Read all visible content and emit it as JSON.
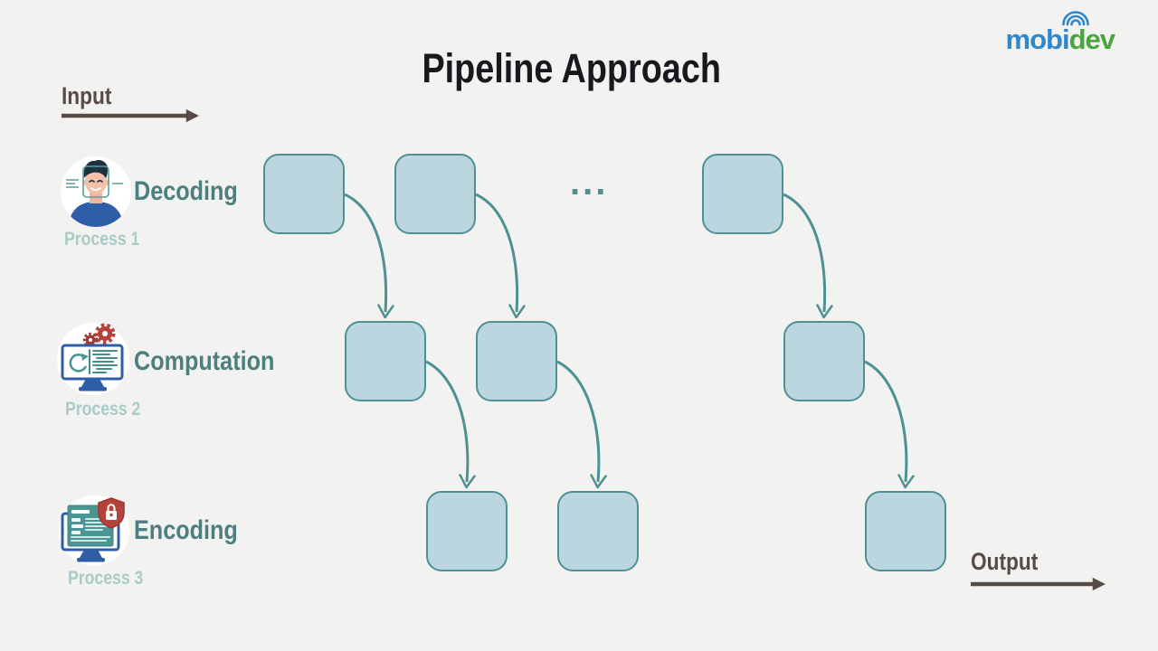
{
  "title": "Pipeline Approach",
  "logo": {
    "text_blue": "mobi",
    "text_green": "dev",
    "name": "mobidev"
  },
  "io": {
    "input": "Input",
    "output": "Output"
  },
  "processes": [
    {
      "label": "Decoding",
      "sub": "Process 1",
      "icon": "face-scan-icon"
    },
    {
      "label": "Computation",
      "sub": "Process 2",
      "icon": "computation-gears-icon"
    },
    {
      "label": "Encoding",
      "sub": "Process 3",
      "icon": "secure-encoding-icon"
    }
  ],
  "pipeline": {
    "ellipsis": "...",
    "rows": 3,
    "boxes_per_row": 3,
    "flow": "each stage box feeds the next stage box via curved arrow"
  },
  "colors": {
    "background": "#f2f2f0",
    "box_fill": "#bcd6e0",
    "box_border": "#4f9192",
    "flow_arrow": "#4f9192",
    "heading": "#17191e",
    "row_label": "#4d7f7e",
    "process_label": "#a9cbc8",
    "io_label": "#564c45",
    "logo_blue": "#3088cc",
    "logo_green": "#4ba53e",
    "icon_blue": "#2e5ea8",
    "icon_red": "#b5433c",
    "icon_teal": "#4a9694"
  }
}
